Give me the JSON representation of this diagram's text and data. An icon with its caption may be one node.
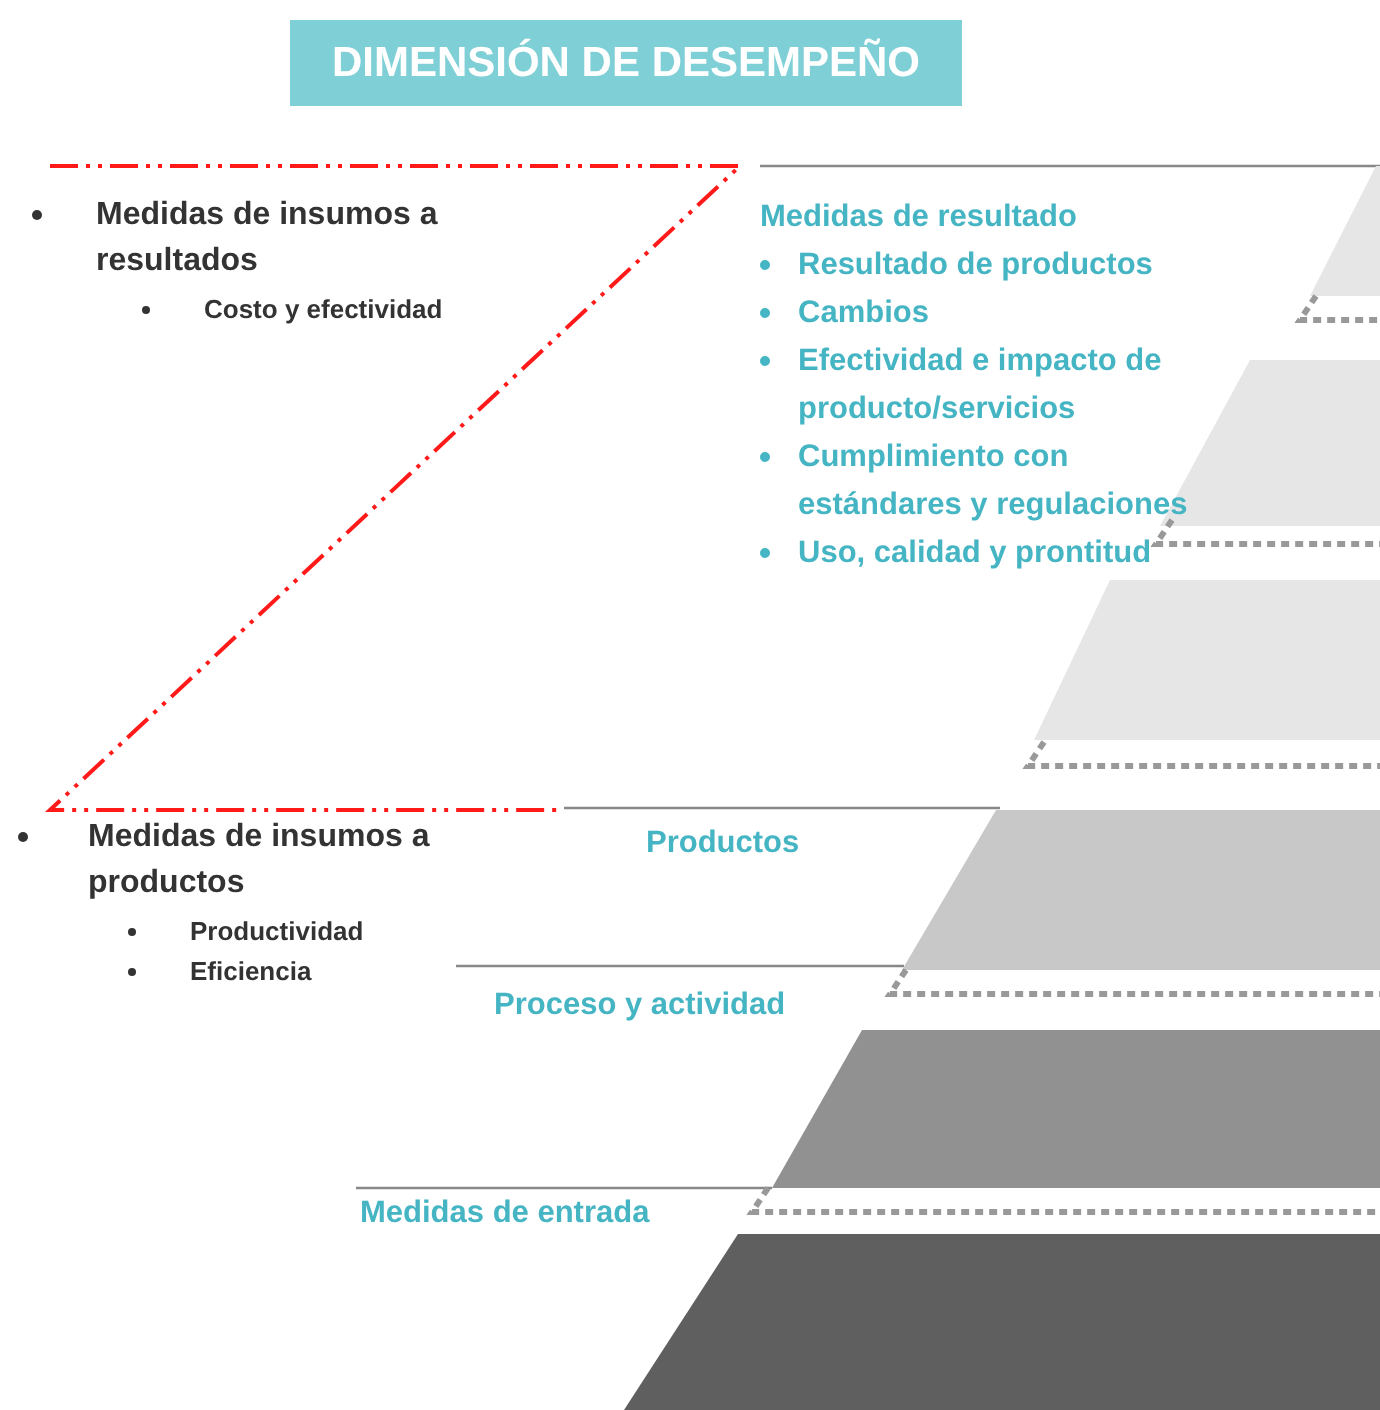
{
  "diagram": {
    "title": "DIMENSIÓN DE DESEMPEÑO",
    "labels": [
      "Medidas de insumos a resultados",
      "Costo y efectividad",
      "Medidas de resultado",
      "Resultado de productos",
      "Cambios",
      "Efectividad e impacto de producto/servicios",
      "Cumplimiento con estándares y regulaciones",
      "Uso, calidad y prontitud",
      "Medidas de insumos a productos",
      "Productividad",
      "Eficiencia",
      "Productos",
      "Proceso y actividad",
      "Medidas de entrada"
    ]
  }
}
